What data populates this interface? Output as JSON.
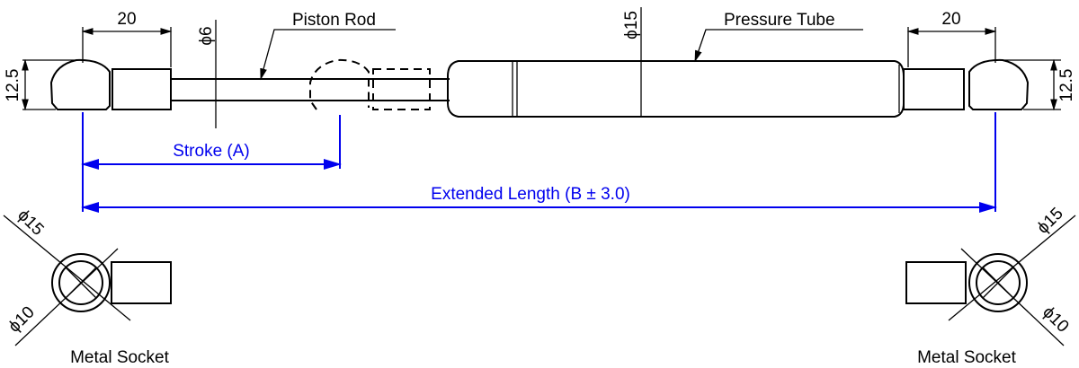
{
  "labels": {
    "piston_rod": "Piston Rod",
    "pressure_tube": "Pressure Tube",
    "stroke": "Stroke (A)",
    "extended_length": "Extended Length (B ± 3.0)",
    "metal_socket_left": "Metal Socket",
    "metal_socket_right": "Metal Socket"
  },
  "dimensions": {
    "left_end_length": "20",
    "right_end_length": "20",
    "left_end_height": "12.5",
    "right_end_height": "12.5",
    "rod_diameter": "ϕ6",
    "tube_diameter": "ϕ15",
    "left_socket_outer": "ϕ15",
    "left_socket_inner": "ϕ10",
    "right_socket_outer": "ϕ15",
    "right_socket_inner": "ϕ10"
  },
  "colors": {
    "dimension_blue": "#0000ee",
    "line": "#000000"
  }
}
